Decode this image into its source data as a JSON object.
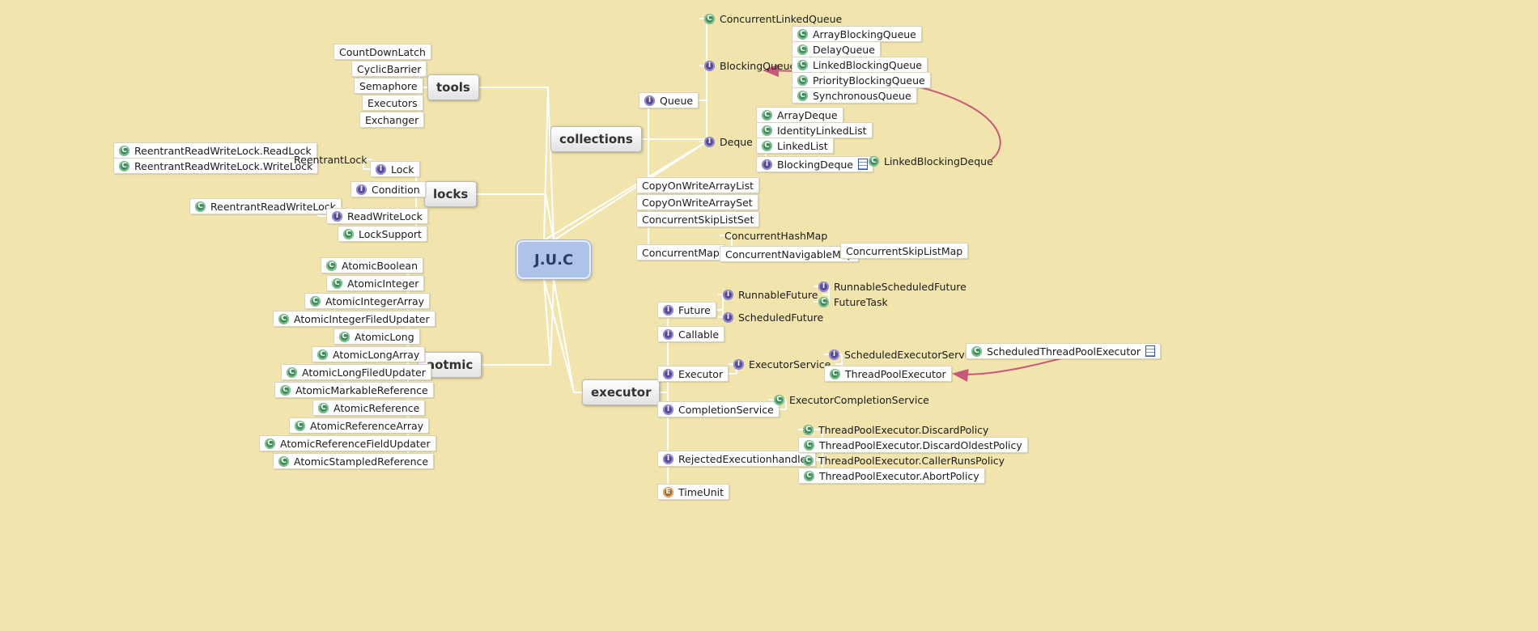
{
  "root": {
    "label": "J.U.C"
  },
  "colors": {
    "background": "#f1e4ad",
    "line": "#ffffff",
    "arrow": "#c9577a",
    "root_fill": "#aec3ea"
  },
  "icon_types": {
    "C": "class-icon",
    "I": "interface-icon",
    "E": "enum-icon"
  },
  "branches": {
    "tools": "tools",
    "locks": "locks",
    "aotmic": "aotmic",
    "collections": "collections",
    "executor": "executor"
  },
  "tools": [
    "CountDownLatch",
    "CyclicBarrier",
    "Semaphore",
    "Executors",
    "Exchanger"
  ],
  "locks": {
    "lock": "Lock",
    "reentrant_lock": "ReentrantLock",
    "read_lock": "ReentrantReadWriteLock.ReadLock",
    "write_lock": "ReentrantReadWriteLock.WriteLock",
    "condition": "Condition",
    "read_write_lock": "ReadWriteLock",
    "reentrant_rw_lock": "ReentrantReadWriteLock",
    "lock_support": "LockSupport"
  },
  "aotmic": [
    "AtomicBoolean",
    "AtomicInteger",
    "AtomicIntegerArray",
    "AtomicIntegerFiledUpdater",
    "AtomicLong",
    "AtomicLongArray",
    "AtomicLongFiledUpdater",
    "AtomicMarkableReference",
    "AtomicReference",
    "AtomicReferenceArray",
    "AtomicReferenceFieldUpdater",
    "AtomicStampledReference"
  ],
  "collections": {
    "queue": "Queue",
    "concurrent_linked_queue": "ConcurrentLinkedQueue",
    "blocking_queue": "BlockingQueue",
    "blocking_queue_children": [
      "ArrayBlockingQueue",
      "DelayQueue",
      "LinkedBlockingQueue",
      "PriorityBlockingQueue",
      "SynchronousQueue"
    ],
    "deque": "Deque",
    "deque_children": [
      "ArrayDeque",
      "IdentityLinkedList",
      "LinkedList"
    ],
    "blocking_deque": "BlockingDeque",
    "linked_blocking_deque": "LinkedBlockingDeque",
    "copy_on_write_list": "CopyOnWriteArrayList",
    "copy_on_write_set": "CopyOnWriteArraySet",
    "concurrent_skip_list_set": "ConcurrentSkipListSet",
    "concurrent_map": "ConcurrentMap",
    "concurrent_hash_map": "ConcurrentHashMap",
    "concurrent_navigable_map": "ConcurrentNavigableMap",
    "concurrent_skip_list_map": "ConcurrentSkipListMap"
  },
  "executor": {
    "future": "Future",
    "runnable_future": "RunnableFuture",
    "runnable_scheduled_future": "RunnableScheduledFuture",
    "future_task": "FutureTask",
    "scheduled_future": "ScheduledFuture",
    "callable": "Callable",
    "executor": "Executor",
    "executor_service": "ExecutorService",
    "scheduled_executor_service": "ScheduledExecutorService",
    "thread_pool_executor": "ThreadPoolExecutor",
    "scheduled_thread_pool_executor": "ScheduledThreadPoolExecutor",
    "completion_service": "CompletionService",
    "executor_completion_service": "ExecutorCompletionService",
    "rejected_handler": "RejectedExecutionhandler",
    "policies": [
      "ThreadPoolExecutor.DiscardPolicy",
      "ThreadPoolExecutor.DiscardOldestPolicy",
      "ThreadPoolExecutor.CallerRunsPolicy",
      "ThreadPoolExecutor.AbortPolicy"
    ],
    "time_unit": "TimeUnit"
  }
}
